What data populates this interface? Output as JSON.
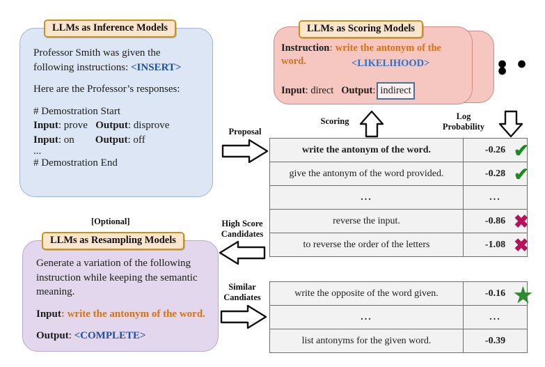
{
  "inference_card": {
    "badge": "LLMs as Inference Models",
    "line1": "Professor Smith was given the",
    "line2": "following instructions:",
    "insert_token": "<INSERT>",
    "line3": "Here are the Professor’s responses:",
    "demo_start": "# Demostration Start",
    "demo1_input_label": "Input",
    "demo1_input_value": ": prove",
    "demo1_output_label": "Output",
    "demo1_output_value": ": disprove",
    "demo2_input_label": "Input",
    "demo2_input_value": ": on",
    "demo2_output_label": "Output",
    "demo2_output_value": ": off",
    "ellipsis": "...",
    "demo_end": "# Demostration End"
  },
  "scoring_card": {
    "badge": "LLMs as Scoring Models",
    "instruction_label": "Instruction",
    "instruction_value": ": write the antonym of the word.",
    "likelihood_token": "<LIKELIHOOD>",
    "input_label": "Input",
    "input_value": ": direct",
    "output_label": "Output",
    "output_value": "indirect",
    "stack_dots": "● ● ●"
  },
  "resample_card": {
    "optional": "[Optional]",
    "badge": "LLMs as Resampling Models",
    "line1": "Generate a variation of the following",
    "line2": "instruction while keeping the semantic",
    "line3": "meaning.",
    "input_label": "Input",
    "input_value": ": write the antonym of the word.",
    "output_label": "Output",
    "output_value": "<COMPLETE>"
  },
  "arrows": {
    "proposal": "Proposal",
    "scoring": "Scoring",
    "log_probability_l1": "Log",
    "log_probability_l2": "Probability",
    "high_score_l1": "High Score",
    "high_score_l2": "Candidates",
    "similar_l1": "Similar",
    "similar_l2": "Candiates"
  },
  "score_table_top": {
    "rows": [
      {
        "text": "write the antonym of the word.",
        "score": "-0.26",
        "sentiment": "pos",
        "highlight": true,
        "mark": "check"
      },
      {
        "text": "give the antonym of the word provided.",
        "score": "-0.28",
        "sentiment": "pos",
        "highlight": false,
        "mark": "check"
      },
      {
        "text": "...",
        "score": "...",
        "sentiment": "none",
        "highlight": false,
        "mark": "none"
      },
      {
        "text": "reverse the input.",
        "score": "-0.86",
        "sentiment": "neg",
        "highlight": false,
        "mark": "x"
      },
      {
        "text": "to reverse the order of the letters",
        "score": "-1.08",
        "sentiment": "neg",
        "highlight": false,
        "mark": "x"
      }
    ]
  },
  "score_table_bottom": {
    "rows": [
      {
        "text": "write the opposite of the word given.",
        "score": "-0.16",
        "sentiment": "pos",
        "highlight": false,
        "mark": "star"
      },
      {
        "text": "...",
        "score": "...",
        "sentiment": "none",
        "highlight": false,
        "mark": "none"
      },
      {
        "text": "list antonyms for the given word.",
        "score": "-0.39",
        "sentiment": "neg",
        "highlight": false,
        "mark": "none"
      }
    ]
  },
  "colors": {
    "inference_bg": "#dce6f5",
    "scoring_bg": "#f6c7c1",
    "resample_bg": "#e2d7ec",
    "badge_bg": "#fbe6cd",
    "badge_border": "#c8921f",
    "accent_orange": "#d2731b",
    "accent_blue": "#1f4e9c",
    "score_positive": "#117a11",
    "score_negative": "#9c1240",
    "check_green": "#1d8a1d",
    "x_magenta": "#b5125a",
    "star_green": "#2d8a2d"
  }
}
